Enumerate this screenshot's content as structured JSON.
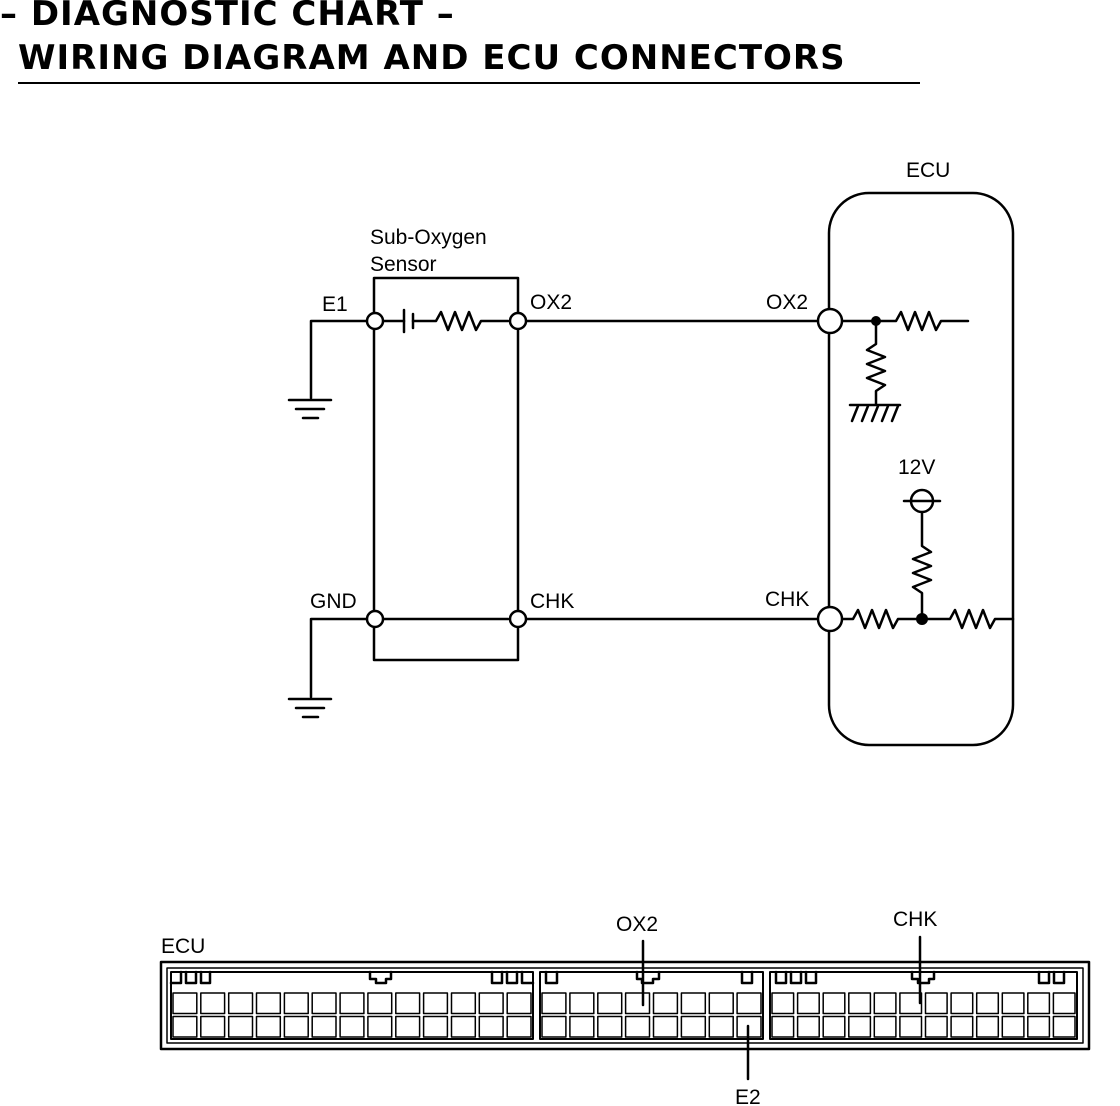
{
  "title": {
    "line1": "– DIAGNOSTIC CHART –",
    "line2": "WIRING DIAGRAM AND ECU CONNECTORS"
  },
  "wiring": {
    "sensor_label_1": "Sub-Oxygen",
    "sensor_label_2": "Sensor",
    "e1": "E1",
    "ox2_sensor": "OX2",
    "gnd": "GND",
    "chk_sensor": "CHK",
    "ecu_label": "ECU",
    "ox2_ecu": "OX2",
    "chk_ecu": "CHK",
    "v12": "12V"
  },
  "connectors": {
    "ecu_label": "ECU",
    "ox2": "OX2",
    "chk": "CHK",
    "e2": "E2",
    "connector_columns": [
      13,
      8,
      12
    ],
    "rows": 2
  },
  "colors": {
    "line": "#000000",
    "background": "#ffffff"
  }
}
